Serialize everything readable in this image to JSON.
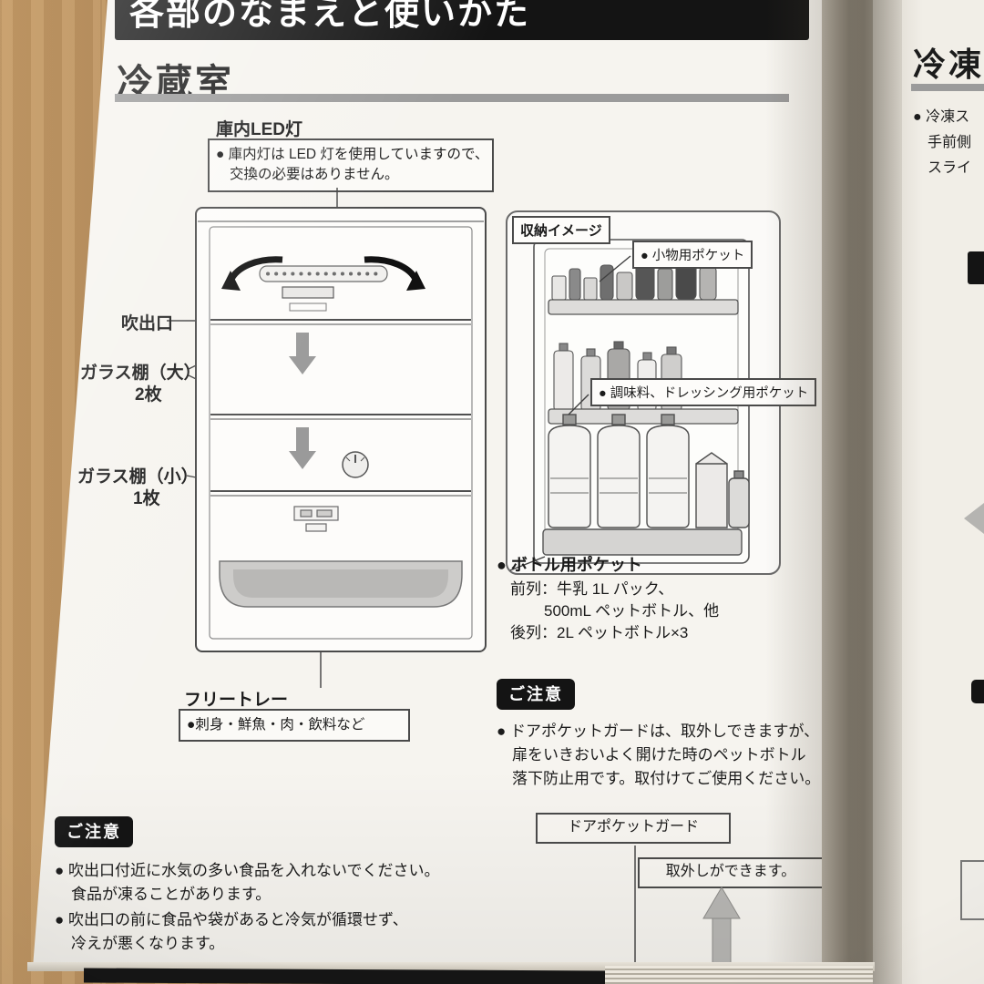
{
  "header": {
    "banner": "各部のなまえと使いかた",
    "section_title": "冷蔵室"
  },
  "led": {
    "title": "庫内LED灯",
    "line1": "● 庫内灯は LED 灯を使用していますので、",
    "line2": "交換の必要はありません。"
  },
  "labels": {
    "air_outlet": "吹出口",
    "shelf_large": "ガラス棚（大）",
    "shelf_large_count": "2枚",
    "shelf_small": "ガラス棚（小）",
    "shelf_small_count": "1枚",
    "free_tray": "フリートレー",
    "free_tray_note": "●刺身・鮮魚・肉・飲料など"
  },
  "storage": {
    "title": "収納イメージ",
    "pocket_small": "● 小物用ポケット",
    "pocket_condiment": "● 調味料、ドレッシング用ポケット",
    "bottle_title": "● ボトル用ポケット",
    "bottle_line1": "前列：牛乳 1L パック、",
    "bottle_line2": "500mL ペットボトル、他",
    "bottle_line3": "後列：2L ペットボトル×3"
  },
  "caution_door": {
    "badge": "ご注意",
    "line1": "● ドアポケットガードは、取外しできますが、",
    "line2": "扉をいきおいよく開けた時のペットボトル",
    "line3": "落下防止用です。取付けてご使用ください。",
    "guard_label": "ドアポケットガード",
    "removable_label": "取外しができます。"
  },
  "caution_outlet": {
    "badge": "ご注意",
    "line1": "● 吹出口付近に水気の多い食品を入れないでください。",
    "line2": "食品が凍ることがあります。",
    "line3": "● 吹出口の前に食品や袋があると冷気が循環せず、",
    "line4": "冷えが悪くなります。"
  },
  "right_page": {
    "section_title": "冷凍室",
    "line1": "● 冷凍ス",
    "line2": "手前側",
    "line3": "スライ"
  },
  "colors": {
    "banner_bg": "#141414",
    "heading_rule": "#9b9b9b",
    "badge_bg": "#141414",
    "page_bg": "#f6f4ef"
  }
}
